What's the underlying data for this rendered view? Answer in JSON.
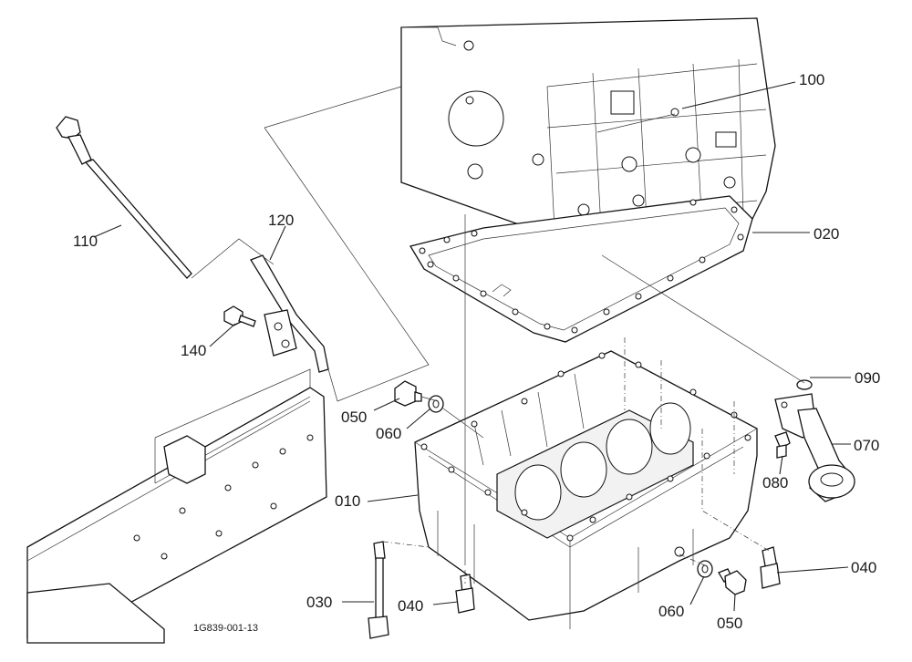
{
  "diagram": {
    "drawing_code": "1G839-001-13",
    "callouts": [
      "100",
      "020",
      "110",
      "120",
      "140",
      "090",
      "050",
      "060",
      "070",
      "080",
      "010",
      "040",
      "030",
      "040",
      "060",
      "050"
    ]
  },
  "colors": {
    "line": "#222222",
    "background": "#ffffff"
  }
}
